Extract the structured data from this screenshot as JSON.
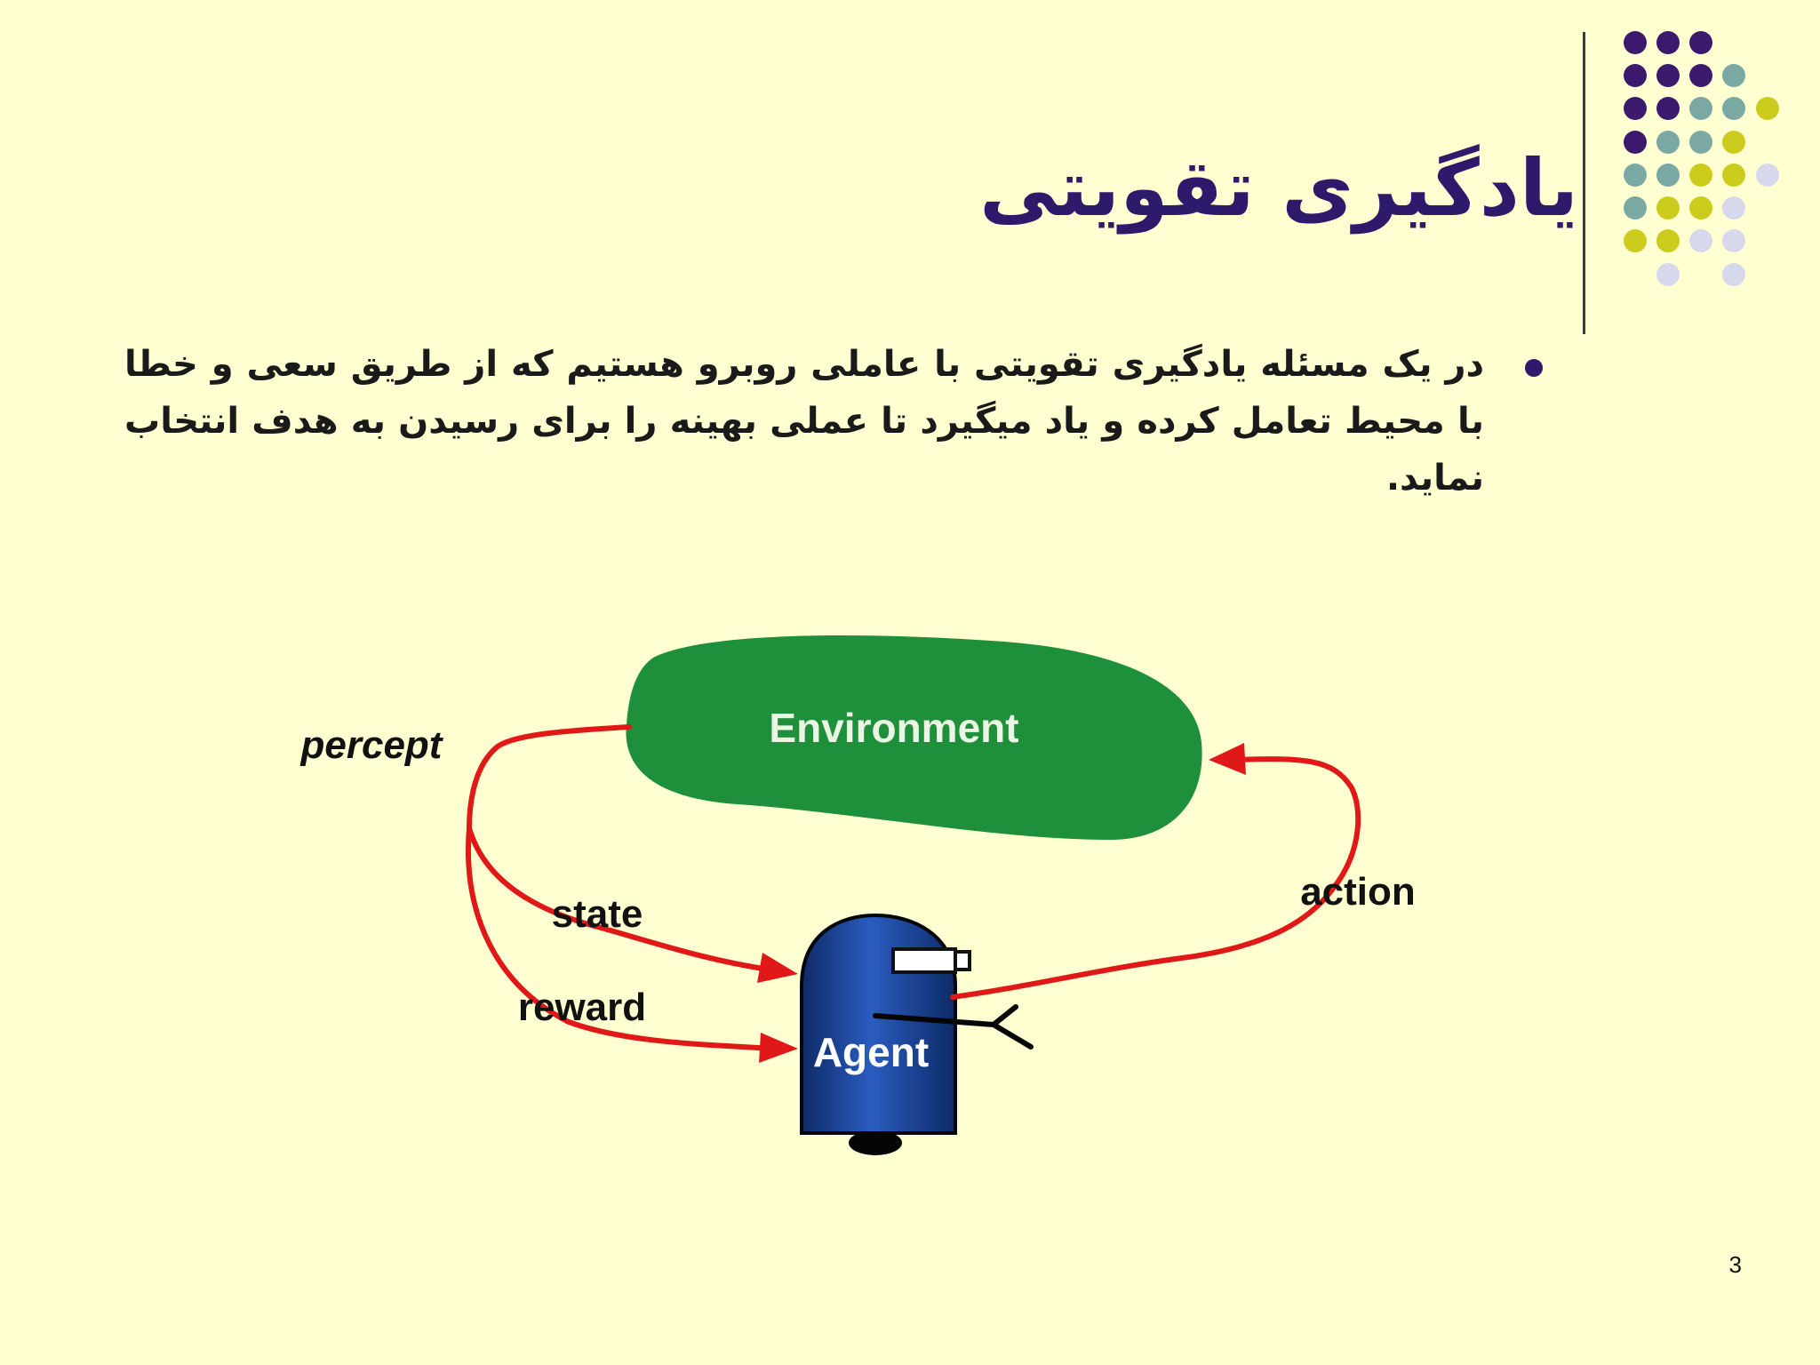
{
  "slide": {
    "title": "یادگیری تقویتی",
    "bullet_text": "در یک مسئله یادگیری تقویتی با عاملی روبرو هستیم که از طریق سعی و خطا با محیط تعامل کرده و یاد میگیرد تا عملی بهینه را برای رسیدن به هدف انتخاب نماید.",
    "page_number": "3"
  },
  "theme": {
    "background": "#ffffd1",
    "title_color": "#2e1a6b",
    "dot_colors": {
      "purple": "#3b1a6e",
      "teal": "#7aa9a4",
      "olive": "#cccc1e",
      "lavender": "#d8d8ec"
    }
  },
  "diagram": {
    "environment_label": "Environment",
    "agent_label": "Agent",
    "percept_label": "percept",
    "state_label": "state",
    "reward_label": "reward",
    "action_label": "action",
    "colors": {
      "environment": "#1e8f3a",
      "agent": "#1f4fa8",
      "arrow": "#e01818"
    }
  }
}
